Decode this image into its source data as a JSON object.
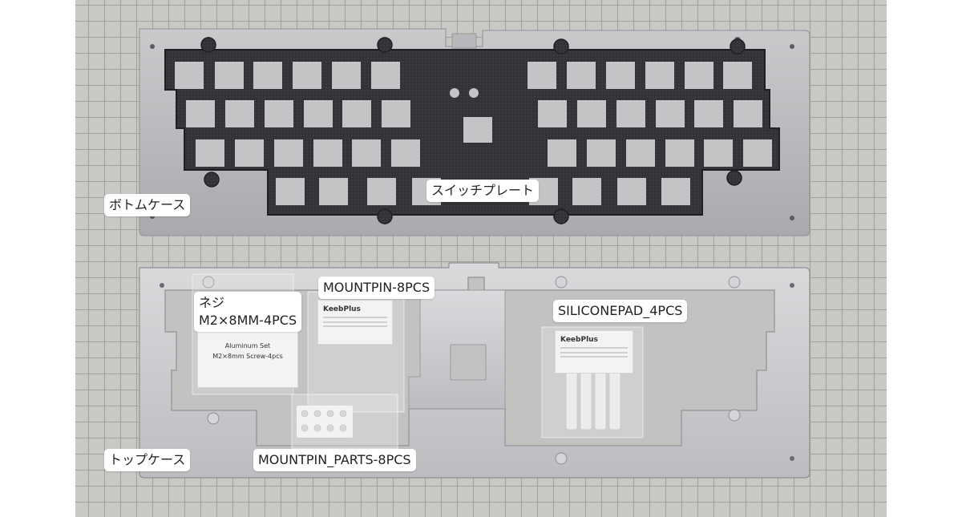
{
  "labels": {
    "bottom_case": "ボトムケース",
    "switch_plate": "スイッチプレート",
    "top_case": "トップケース",
    "mountpin": "MOUNTPIN-8PCS",
    "screw_line1": "ネジ",
    "screw_line2": "M2×8MM-4PCS",
    "siliconepad": "SILICONEPAD_4PCS",
    "mountpin_parts": "MOUNTPIN_PARTS-8PCS"
  },
  "packages": {
    "screw_card_line1": "Aluminum Set",
    "screw_card_line2": "M2×8mm Screw-4pcs",
    "mountpin_brand": "KeebPlus",
    "silicone_brand": "KeebPlus"
  },
  "colors": {
    "grid_mat": "#c8c9c4",
    "aluminum": "#b8b9bb",
    "plate": "#2f3033",
    "label_bg": "#ffffff"
  }
}
